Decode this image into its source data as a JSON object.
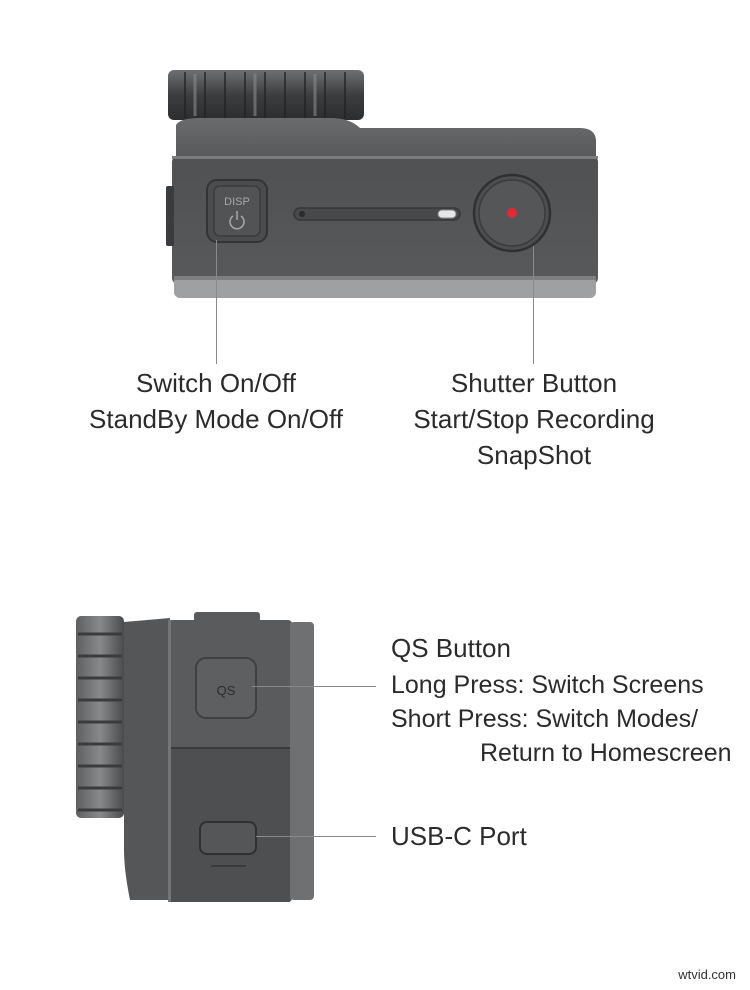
{
  "top_view": {
    "buttons": {
      "disp": {
        "line1": "DISP",
        "icon": "power-icon"
      },
      "shutter": {
        "indicator_color": "#e8263a"
      }
    },
    "callouts": {
      "power": {
        "line1": "Switch On/Off",
        "line2": "StandBy Mode On/Off"
      },
      "shutter": {
        "line1": "Shutter Button",
        "line2": "Start/Stop Recording",
        "line3": "SnapShot"
      }
    }
  },
  "side_view": {
    "buttons": {
      "qs": {
        "label": "QS"
      }
    },
    "callouts": {
      "qs": {
        "title": "QS Button",
        "line1": "Long Press: Switch Screens",
        "line2": "Short Press: Switch Modes/",
        "line3": "Return to Homescreen"
      },
      "usb": {
        "title": "USB-C Port"
      }
    }
  },
  "watermark": "wtvid.com",
  "colors": {
    "body": "#5b5c5e",
    "body_dark": "#4a4b4d",
    "line": "#8a8a8a",
    "accent_red": "#e8263a"
  }
}
